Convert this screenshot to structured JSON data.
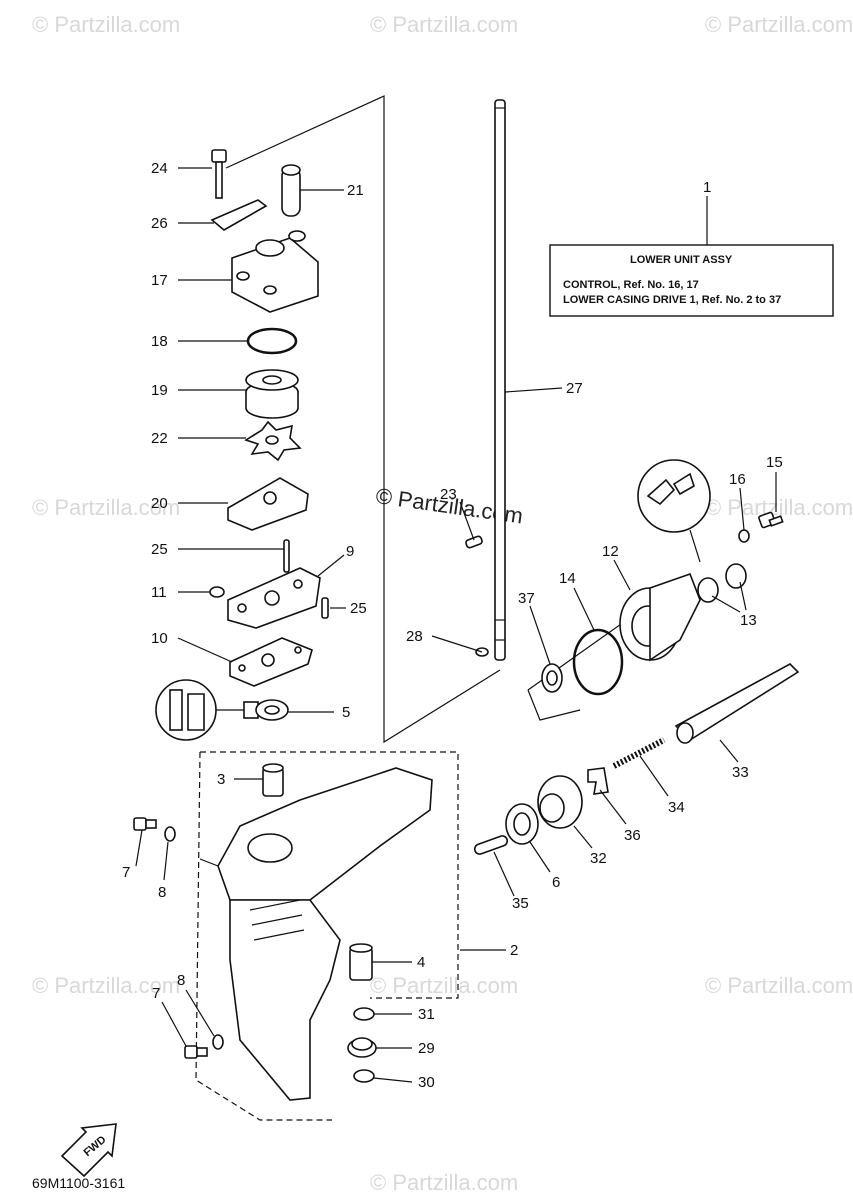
{
  "watermarks": [
    "© Partzilla.com",
    "© Partzilla.com",
    "© Partzilla.com",
    "© Partzilla.com",
    "© Partzilla.com",
    "© Partzilla.com",
    "© Partzilla.com",
    "© Partzilla.com",
    "© Partzilla.com"
  ],
  "center_watermark": "© Partzilla.com",
  "info_box": {
    "title": "LOWER UNIT ASSY",
    "line1": "CONTROL,  Ref. No. 16, 17",
    "line2": "LOWER CASING DRIVE 1,  Ref. No. 2 to 37"
  },
  "callouts": {
    "c1": "1",
    "c2": "2",
    "c3": "3",
    "c4": "4",
    "c5": "5",
    "c6": "6",
    "c7a": "7",
    "c7b": "7",
    "c8a": "8",
    "c8b": "8",
    "c9": "9",
    "c10": "10",
    "c11": "11",
    "c12": "12",
    "c13": "13",
    "c14": "14",
    "c15": "15",
    "c16": "16",
    "c17": "17",
    "c18": "18",
    "c19": "19",
    "c20": "20",
    "c21": "21",
    "c22": "22",
    "c23": "23",
    "c24": "24",
    "c25a": "25",
    "c25b": "25",
    "c26": "26",
    "c27": "27",
    "c28": "28",
    "c29": "29",
    "c30": "30",
    "c31": "31",
    "c32": "32",
    "c33": "33",
    "c34": "34",
    "c35": "35",
    "c36": "36",
    "c37": "37"
  },
  "fwd_label": "FWD",
  "diagram_code": "69M1100-3161"
}
